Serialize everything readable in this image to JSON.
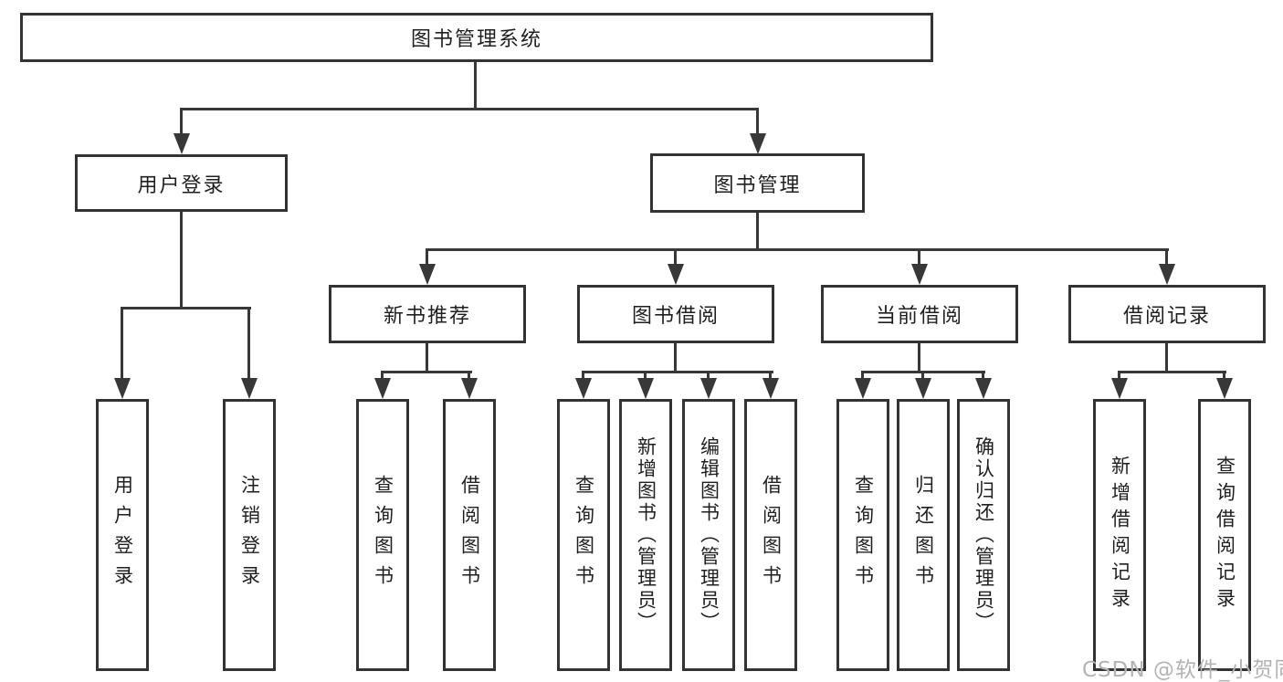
{
  "tree": {
    "root": {
      "label": "图书管理系统"
    },
    "branches": [
      {
        "label": "用户登录",
        "children": [
          {
            "label": "用户登录"
          },
          {
            "label": "注销登录"
          }
        ]
      },
      {
        "label": "图书管理",
        "children": [
          {
            "label": "新书推荐",
            "children": [
              {
                "label": "查询图书"
              },
              {
                "label": "借阅图书"
              }
            ]
          },
          {
            "label": "图书借阅",
            "children": [
              {
                "label": "查询图书"
              },
              {
                "label": "新增图书（管理员）"
              },
              {
                "label": "编辑图书（管理员）"
              },
              {
                "label": "借阅图书"
              }
            ]
          },
          {
            "label": "当前借阅",
            "children": [
              {
                "label": "查询图书"
              },
              {
                "label": "归还图书"
              },
              {
                "label": "确认归还（管理员）"
              }
            ]
          },
          {
            "label": "借阅记录",
            "children": [
              {
                "label": "新增借阅记录"
              },
              {
                "label": "查询借阅记录"
              }
            ]
          }
        ]
      }
    ]
  },
  "watermark": {
    "text": "CSDN @软件_小贺同学"
  },
  "colors": {
    "line": "#383838",
    "border": "#333333",
    "text": "#1f1f1f",
    "watermark_text": "#b3b3b3",
    "background": "#ffffff"
  }
}
